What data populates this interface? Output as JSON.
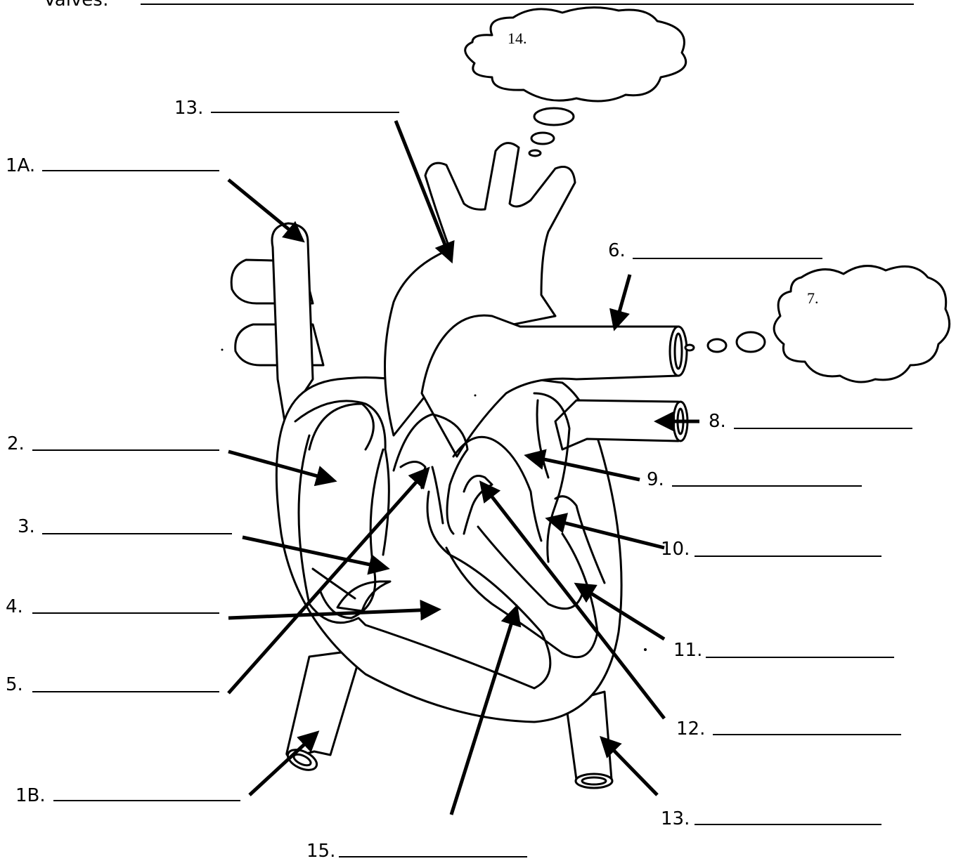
{
  "header": {
    "text": "Valves:"
  },
  "labels": {
    "l13_top": "13.",
    "l1a": "1A.",
    "l2": "2.",
    "l3": "3.",
    "l4": "4.",
    "l5": "5.",
    "l1b": "1B.",
    "l15": "15.",
    "l13_bottom": "13.",
    "l12": "12.",
    "l11": "11.",
    "l10": "10.",
    "l9": "9.",
    "l8": "8.",
    "l6": "6."
  },
  "clouds": {
    "c14": "14.",
    "c7": "7."
  }
}
